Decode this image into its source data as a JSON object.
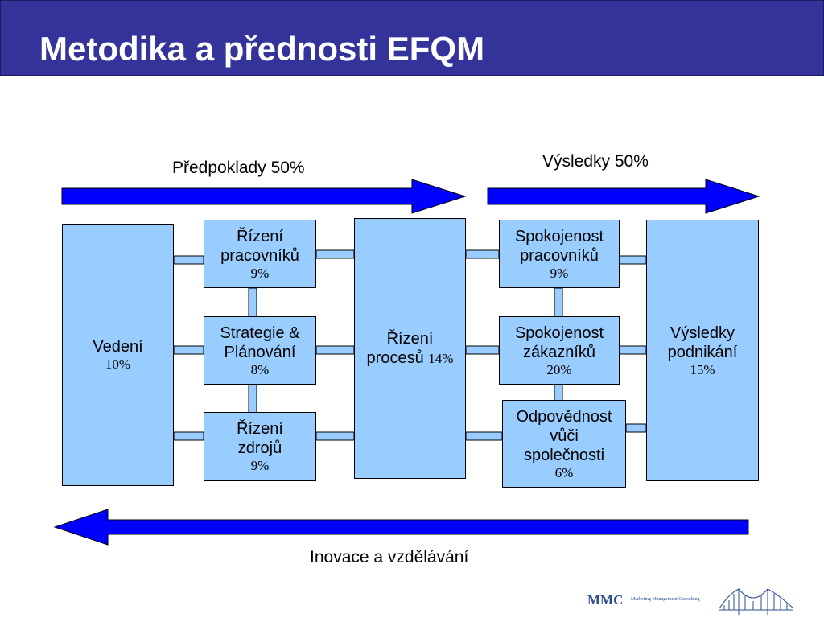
{
  "header": {
    "title": "Metodika a přednosti EFQM"
  },
  "labels": {
    "enablers": "Předpoklady 50%",
    "results": "Výsledky 50%",
    "innovation": "Inovace a vzdělávání"
  },
  "boxes": {
    "leadership": {
      "line1": "Vedení",
      "pct": "10%"
    },
    "people": {
      "line1": "Řízení",
      "line2": "pracovníků",
      "pct": "9%"
    },
    "strategy": {
      "line1": "Strategie &",
      "line2": "Plánování",
      "pct": "8%"
    },
    "resources": {
      "line1": "Řízení",
      "line2": "zdrojů",
      "pct": "9%"
    },
    "processes": {
      "line1": "Řízení",
      "line2": "procesů",
      "pct": "14%"
    },
    "people_results": {
      "line1": "Spokojenost",
      "line2": "pracovníků",
      "pct": "9%"
    },
    "customer_results": {
      "line1": "Spokojenost",
      "line2": "zákazníků",
      "pct": "20%"
    },
    "society_results": {
      "line1": "Odpovědnost",
      "line2": "vůči",
      "line3": "společnosti",
      "pct": "6%"
    },
    "key_results": {
      "line1": "Výsledky",
      "line2": "podnikání",
      "pct": "15%"
    }
  },
  "logo": {
    "text": "MMC",
    "subtitle": "Marketing Management Consulting"
  },
  "colors": {
    "header": "#333399",
    "arrow": "#0000ff",
    "box": "#99ccff",
    "connector": "#99ccff"
  }
}
